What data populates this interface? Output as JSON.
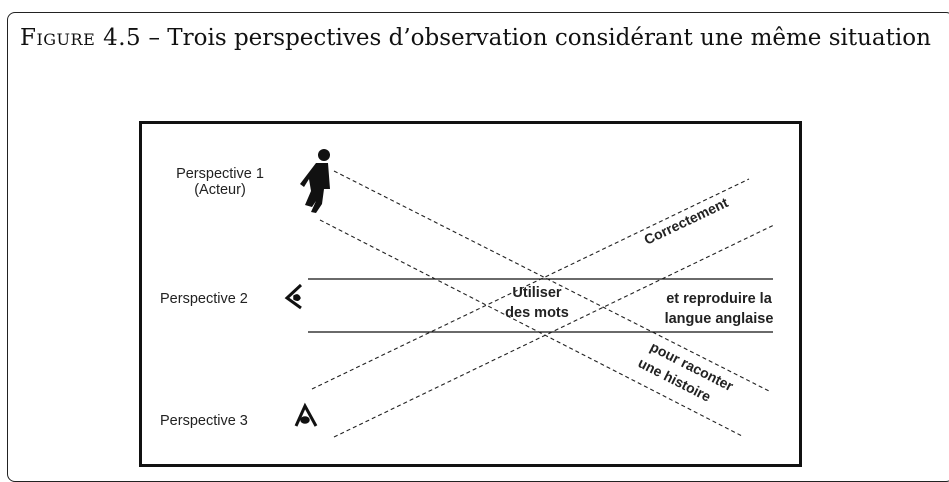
{
  "caption": {
    "figure_label": "Figure 4.5",
    "separator": "–",
    "text": "Trois perspectives d’observation considérant une même situation"
  },
  "diagram": {
    "perspective1_line1": "Perspective 1",
    "perspective1_line2": "(Acteur)",
    "perspective2": "Perspective 2",
    "perspective3": "Perspective 3",
    "center_line1": "Utiliser",
    "center_line2": "des mots",
    "band_right_line1": "et reproduire la",
    "band_right_line2": "langue anglaise",
    "diagonal_upper": "Correctement",
    "diagonal_lower_line1": "pour raconter",
    "diagonal_lower_line2": "une histoire"
  },
  "icons": {
    "person": "person-icon",
    "eye_side": "eye-side-icon",
    "eye_front": "eye-front-icon"
  }
}
